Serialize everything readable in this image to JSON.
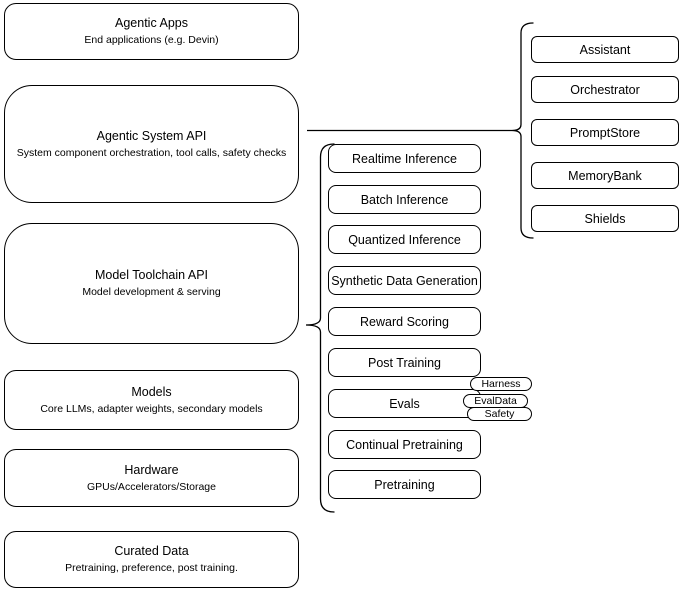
{
  "diagram": {
    "left_column": [
      {
        "title": "Agentic Apps",
        "subtitle": "End applications (e.g. Devin)"
      },
      {
        "title": "Agentic System API",
        "subtitle": "System component orchestration, tool calls, safety checks"
      },
      {
        "title": "Model Toolchain API",
        "subtitle": "Model development & serving"
      },
      {
        "title": "Models",
        "subtitle": "Core LLMs, adapter weights, secondary models"
      },
      {
        "title": "Hardware",
        "subtitle": "GPUs/Accelerators/Storage"
      },
      {
        "title": "Curated Data",
        "subtitle": "Pretraining, preference, post training."
      }
    ],
    "toolchain_components": [
      "Realtime Inference",
      "Batch Inference",
      "Quantized Inference",
      "Synthetic Data Generation",
      "Reward Scoring",
      "Post Training",
      "Evals",
      "Continual Pretraining",
      "Pretraining"
    ],
    "evals_tags": [
      "Harness",
      "EvalData",
      "Safety"
    ],
    "system_components": [
      "Assistant",
      "Orchestrator",
      "PromptStore",
      "MemoryBank",
      "Shields"
    ],
    "colors": {
      "stroke": "#000000",
      "fill": "#ffffff",
      "text": "#000000"
    }
  }
}
